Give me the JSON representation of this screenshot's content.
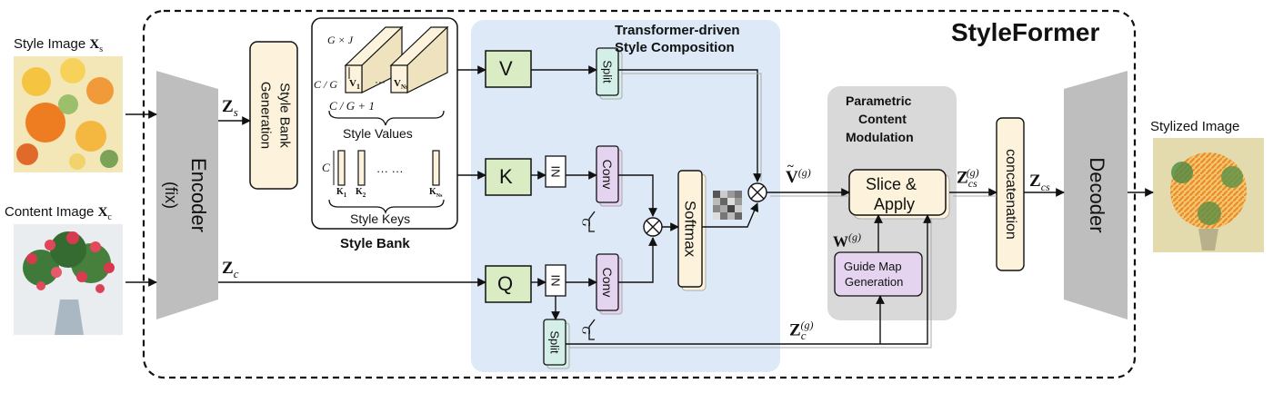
{
  "title": "StyleFormer",
  "inputs": {
    "style_label": "Style Image",
    "style_var": "X",
    "style_sub": "s",
    "content_label": "Content Image",
    "content_var": "X",
    "content_sub": "c",
    "output_label": "Stylized Image"
  },
  "encoder": {
    "label": "Encoder",
    "note": "(fix)"
  },
  "decoder": {
    "label": "Decoder"
  },
  "style_bank_generation": {
    "line1": "Style Bank",
    "line2": "Generation"
  },
  "style_bank": {
    "caption": "Style Bank",
    "values_caption": "Style Values",
    "keys_caption": "Style Keys",
    "dim_gj": "G × J",
    "dim_cg": "C / G",
    "dim_cg1": "C / G + 1",
    "dim_c": "C",
    "v1": "V",
    "v1_sub": "1",
    "vn": "V",
    "vn_sub": "Ns",
    "k1": "K",
    "k1_sub": "1",
    "k2": "K",
    "k2_sub": "2",
    "kn": "K",
    "kn_sub": "Ns",
    "ellipsis_values": "···",
    "ellipsis_keys": "··· ···"
  },
  "transformer": {
    "title_line1": "Transformer-driven",
    "title_line2": "Style Composition",
    "v": "V",
    "k": "K",
    "q": "Q",
    "split": "Split",
    "in": "IN",
    "conv": "Conv",
    "softmax": "Softmax",
    "g": "G"
  },
  "modulation": {
    "title_line1": "Parametric",
    "title_line2": "Content",
    "title_line3": "Modulation",
    "slice_line1": "Slice &",
    "slice_line2": "Apply",
    "guide_line1": "Guide Map",
    "guide_line2": "Generation"
  },
  "concat": {
    "label": "concatenation"
  },
  "math": {
    "zs_main": "Z",
    "zs_sub": "s",
    "zc_main": "Z",
    "zc_sub": "c",
    "vg_main": "V",
    "vg_sup": "(g)",
    "wg_main": "W",
    "wg_sup": "(g)",
    "zcg_main": "Z",
    "zcg_sub": "c",
    "zcg_sup": "(g)",
    "zcsg_main": "Z",
    "zcsg_sub": "cs",
    "zcsg_sup": "(g)",
    "zcs_main": "Z",
    "zcs_sub": "cs"
  },
  "colors": {
    "green_box": "#d9ecc4",
    "teal_box": "#d4efe8",
    "purple_box": "#e4d4ef",
    "cream_box": "#fdf3dc",
    "transformer_bg": "#dde9f6",
    "modulation_bg": "#d9d9d9",
    "trapezoid": "#bebebe"
  }
}
